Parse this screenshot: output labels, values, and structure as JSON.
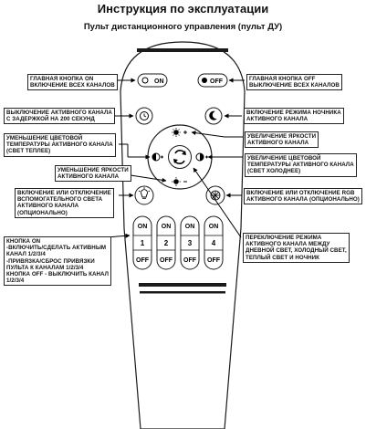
{
  "page": {
    "title": "Инструкция по эксплуатации",
    "subtitle": "Пульт дистанционного управления (пульт ДУ)"
  },
  "remote": {
    "on_label": "ON",
    "off_label": "OFF",
    "channels": [
      {
        "on": "ON",
        "num": "1",
        "off": "OFF"
      },
      {
        "on": "ON",
        "num": "2",
        "off": "OFF"
      },
      {
        "on": "ON",
        "num": "3",
        "off": "OFF"
      },
      {
        "on": "ON",
        "num": "4",
        "off": "OFF"
      }
    ]
  },
  "annotations": {
    "main_on": [
      "ГЛАВНАЯ КНОПКА ON",
      "ВКЛЮЧЕНИЕ ВСЕХ КАНАЛОВ"
    ],
    "main_off": [
      "ГЛАВНАЯ КНОПКА OFF",
      "ВЫКЛЮЧЕНИЕ ВСЕХ КАНАЛОВ"
    ],
    "timer": [
      "ВЫКЛЮЧЕНИЕ АКТИВНОГО КАНАЛА",
      "С ЗАДЕРЖКОЙ НА 200 СЕКУНД"
    ],
    "night": [
      "ВКЛЮЧЕНИЕ РЕЖИМА НОЧНИКА",
      "АКТИВНОГО КАНАЛА"
    ],
    "warm": [
      "УМЕНЬШЕНИЕ ЦВЕТОВОЙ",
      "ТЕМПЕРАТУРЫ АКТИВНОГО КАНАЛА",
      "(СВЕТ ТЕПЛЕЕ)"
    ],
    "bright_up": [
      "УВЕЛИЧЕНИЕ ЯРКОСТИ",
      "АКТИВНОГО КАНАЛА"
    ],
    "cold": [
      "УВЕЛИЧЕНИЕ ЦВЕТОВОЙ",
      "ТЕМПЕРАТУРЫ АКТИВНОГО КАНАЛА",
      "(СВЕТ ХОЛОДНЕЕ)"
    ],
    "bright_down": [
      "УМЕНЬШЕНИЕ ЯРКОСТИ",
      "АКТИВНОГО КАНАЛА"
    ],
    "aux": [
      "ВКЛЮЧЕНИЕ ИЛИ ОТКЛЮЧЕНИЕ",
      "ВСПОМОГАТЕЛЬНОГО СВЕТА",
      "АКТИВНОГО КАНАЛА",
      "(ОПЦИОНАЛЬНО)"
    ],
    "rgb": [
      "ВКЛЮЧЕНИЕ ИЛИ ОТКЛЮЧЕНИЕ RGB",
      "АКТИВНОГО КАНАЛА (ОПЦИОНАЛЬНО)"
    ],
    "mode": [
      "ПЕРЕКЛЮЧЕНИЕ РЕЖИМА",
      "АКТИВНОГО КАНАЛА МЕЖДУ",
      "ДНЕВНОЙ СВЕТ, ХОЛОДНЫЙ СВЕТ,",
      "ТЕПЛЫЙ СВЕТ И НОЧНИК"
    ],
    "channel_keys": [
      "КНОПКА ON",
      "-ВКЛЮЧИТЬ/СДЕЛАТЬ АКТИВНЫМ",
      "КАНАЛ 1/2/3/4",
      "-ПРИВЯЗКА/СБРОС ПРИВЯЗКИ",
      "ПУЛЬТА К КАНАЛАМ 1/2/3/4",
      "КНОПКА OFF - ВЫКЛЮЧИТЬ КАНАЛ",
      "1/2/3/4"
    ]
  },
  "colors": {
    "remote_body": "#ffffff",
    "outline": "#1a1a1a",
    "accent": "#000000"
  }
}
